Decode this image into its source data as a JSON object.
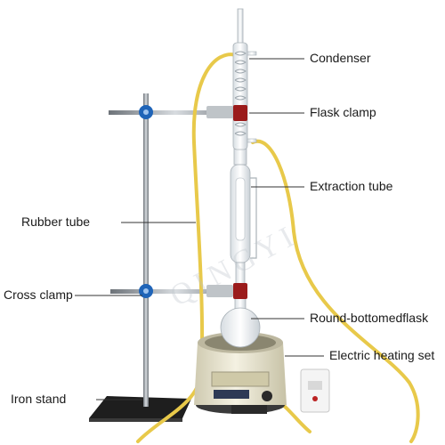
{
  "labels": {
    "condenser": "Condenser",
    "flask_clamp": "Flask clamp",
    "extraction_tube": "Extraction tube",
    "rubber_tube": "Rubber tube",
    "cross_clamp": "Cross clamp",
    "round_bottomed_flask": "Round-bottomedflask",
    "electric_heating_set": "Electric heating set",
    "iron_stand": "Iron stand"
  },
  "watermark": "QINGYI",
  "colors": {
    "rubber_tube": "#e8c94a",
    "clamp_red": "#9b1b1b",
    "clamp_blue": "#1f64b8",
    "stand_metal": "#8e9499",
    "base": "#2a2a2a",
    "heater_body": "#e9e6d2",
    "leader_line": "#333333"
  }
}
